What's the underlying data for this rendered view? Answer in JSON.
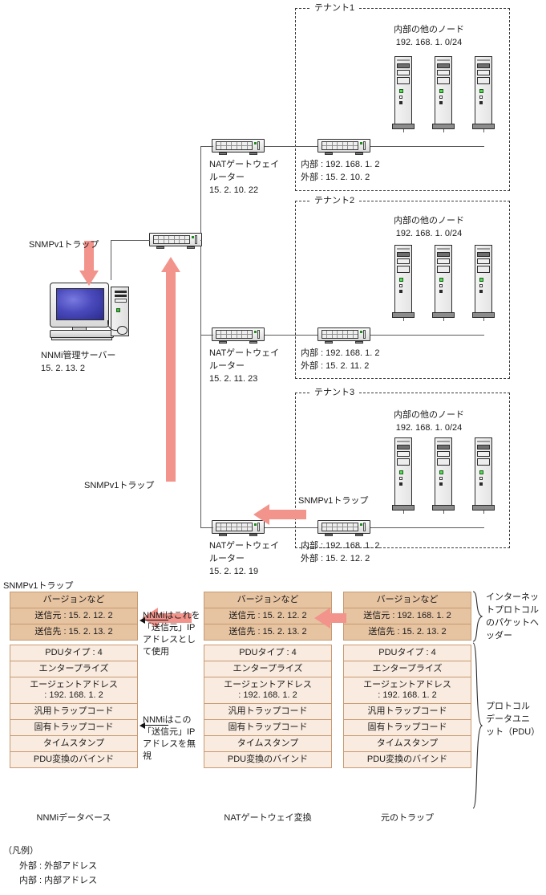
{
  "diagram": {
    "title": "SNMPv1 trap flow through NAT gateways (NNMi)",
    "colors": {
      "arrow_pink": "#f2948c",
      "header_tan": "#e6c3a1",
      "pdu_tan": "#f9ebdf",
      "border_tan": "#c79a71",
      "line_gray": "#5a5a5a"
    }
  },
  "tenants": [
    {
      "label": "テナント1",
      "nodes_title": "内部の他のノード",
      "nodes_subnet": "192. 168. 1. 0/24",
      "inner_addr": "内部 : 192. 168. 1. 2",
      "outer_addr": "外部 : 15. 2. 10. 2",
      "node_count": 3
    },
    {
      "label": "テナント2",
      "nodes_title": "内部の他のノード",
      "nodes_subnet": "192. 168. 1. 0/24",
      "inner_addr": "内部 : 192. 168. 1. 2",
      "outer_addr": "外部 : 15. 2. 11. 2",
      "node_count": 3
    },
    {
      "label": "テナント3",
      "nodes_title": "内部の他のノード",
      "nodes_subnet": "192. 168. 1. 0/24",
      "inner_addr": "内部 : 192. 168. 1. 2",
      "outer_addr": "外部 : 15. 2. 12. 2",
      "node_count": 3
    }
  ],
  "nat_routers": [
    {
      "line1": "NATゲートウェイ",
      "line2": "ルーター",
      "line3": "15. 2. 10. 22"
    },
    {
      "line1": "NATゲートウェイ",
      "line2": "ルーター",
      "line3": "15. 2. 11. 23"
    },
    {
      "line1": "NATゲートウェイ",
      "line2": "ルーター",
      "line3": "15. 2. 12. 19"
    }
  ],
  "nnmi_server": {
    "name": "NNMi管理サーバー",
    "address": "15. 2. 13. 2"
  },
  "trap_labels": {
    "top": "SNMPv1トラップ",
    "middle": "SNMPv1トラップ",
    "tenant3": "SNMPv1トラップ",
    "packet_section": "SNMPv1トラップ"
  },
  "packets": [
    {
      "caption": "NNMiデータベース",
      "header_rows": [
        "バージョンなど",
        "送信元 : 15. 2. 12. 2",
        "送信先 : 15. 2. 13. 2"
      ],
      "pdu_rows": [
        "PDUタイプ : 4",
        "エンタープライズ",
        "エージェントアドレス\n: 192. 168. 1. 2",
        "汎用トラップコード",
        "固有トラップコード",
        "タイムスタンプ",
        "PDU変換のバインド"
      ]
    },
    {
      "caption": "NATゲートウェイ変換",
      "header_rows": [
        "バージョンなど",
        "送信元 : 15. 2. 12. 2",
        "送信先 : 15. 2. 13. 2"
      ],
      "pdu_rows": [
        "PDUタイプ : 4",
        "エンタープライズ",
        "エージェントアドレス\n: 192. 168. 1. 2",
        "汎用トラップコード",
        "固有トラップコード",
        "タイムスタンプ",
        "PDU変換のバインド"
      ]
    },
    {
      "caption": "元のトラップ",
      "header_rows": [
        "バージョンなど",
        "送信元 : 192. 168. 1. 2",
        "送信先 : 15. 2. 13. 2"
      ],
      "pdu_rows": [
        "PDUタイプ : 4",
        "エンタープライズ",
        "エージェントアドレス\n: 192. 168. 1. 2",
        "汎用トラップコード",
        "固有トラップコード",
        "タイムスタンプ",
        "PDU変換のバインド"
      ]
    }
  ],
  "annotations": {
    "source_used": "NNMiはこれを\n「送信元」IP\nアドレスとし\nて使用",
    "agent_ignored": "NNMiはこの\n「送信元」IP\nアドレスを無\n視"
  },
  "brace_labels": {
    "ip_header": "インターネッ\nトプロトコル\nのパケットヘ\nッダー",
    "pdu": "プロトコル\nデータユニ\nット（PDU）"
  },
  "legend": {
    "title": "（凡例）",
    "items": [
      "外部 : 外部アドレス",
      "内部 : 内部アドレス"
    ]
  }
}
